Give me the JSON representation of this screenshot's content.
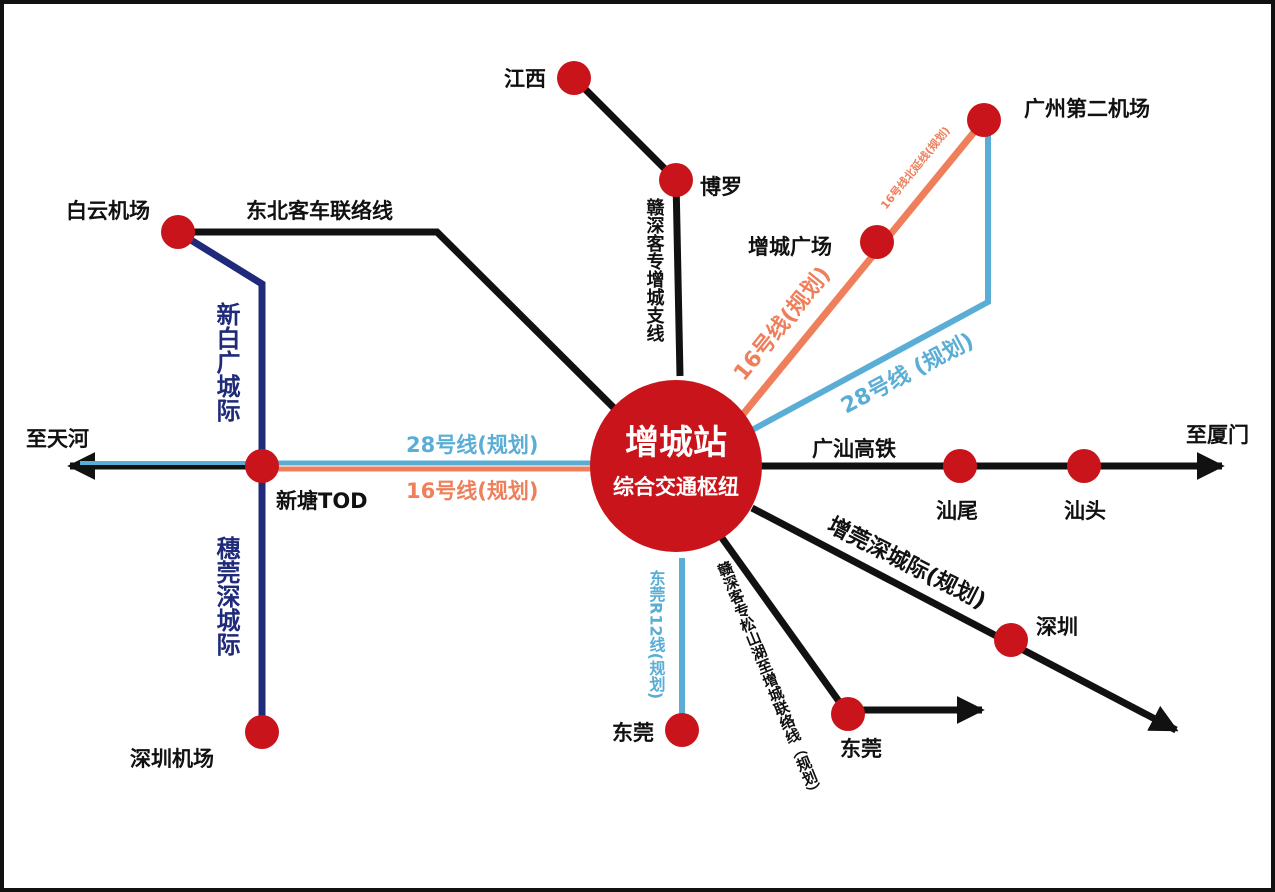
{
  "colors": {
    "black": "#111111",
    "red": "#c8141a",
    "navy": "#1f2a7a",
    "blue": "#5aaed6",
    "orange": "#ef7f5a"
  },
  "hub": {
    "name": "增城站",
    "subtitle": "综合交通枢纽"
  },
  "stations": {
    "jiangxi": "江西",
    "boluo": "博罗",
    "gz_second_airport": "广州第二机场",
    "zengcheng_square": "增城广场",
    "baiyun_airport": "白云机场",
    "xintang_tod": "新塘TOD",
    "shenzhen_airport": "深圳机场",
    "shanwei": "汕尾",
    "shantou": "汕头",
    "shenzhen": "深圳",
    "dongguan_r12": "东莞",
    "dongguan": "东莞"
  },
  "directions": {
    "to_tianhe": "至天河",
    "to_xiamen": "至厦门"
  },
  "lines": {
    "northeast_link": "东北客车联络线",
    "ganshen_zengcheng_branch": "赣深客专增城支线",
    "line16_ne": "16号线(规划)",
    "line16_north_ext": "16号线北延线(规划)",
    "line28_ne": "28号线 (规划)",
    "line28_w": "28号线(规划)",
    "line16_w": "16号线(规划)",
    "guangshan_hsr": "广汕高铁",
    "xinbai_intercity": "新白广城际",
    "suiguanshen_intercity": "穗莞深城际",
    "dongguan_r12": "东莞R12线(规划)",
    "ganshen_songshanhu_link": "赣深客专松山湖至增城联络线（规划）",
    "zengguanshen_intercity": "增莞深城际(规划)"
  }
}
